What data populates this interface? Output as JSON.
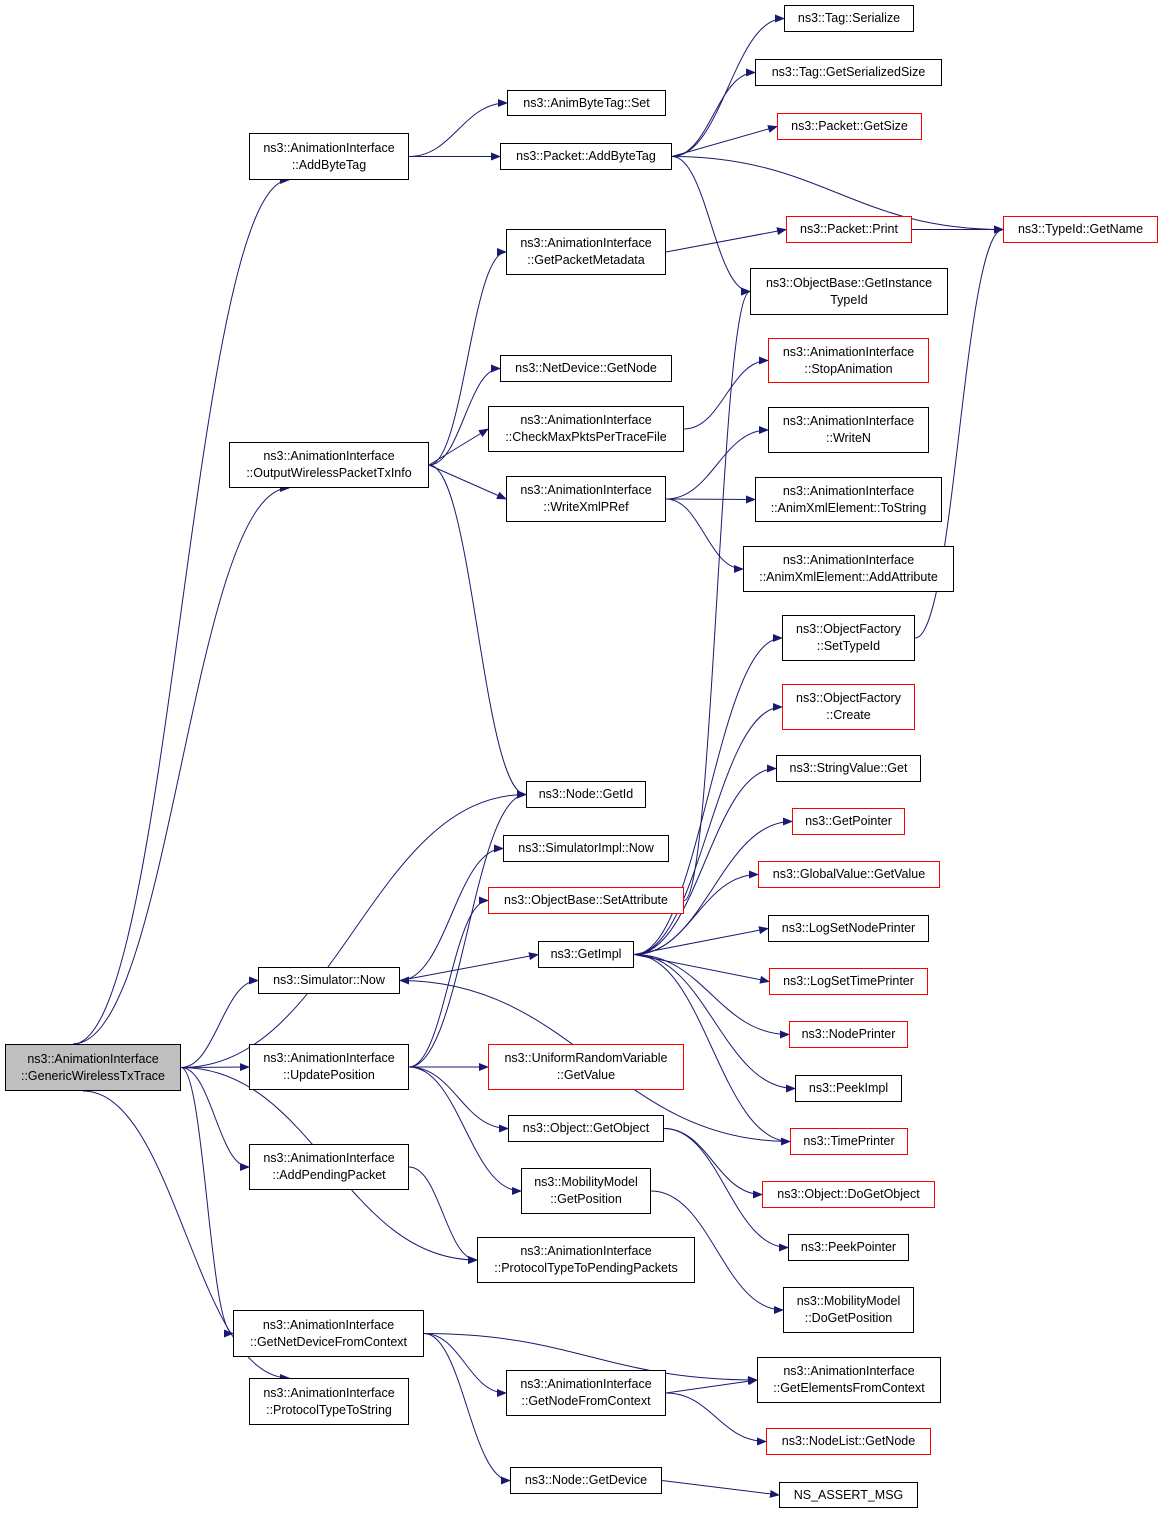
{
  "graph": {
    "edge_color": "#191970",
    "box_border_color": "#000000",
    "unexpanded_border_color": "#ff0000",
    "root_fill": "#bfbfbf",
    "nodes": [
      {
        "id": "root",
        "lines": [
          "ns3::AnimationInterface",
          "::GenericWirelessTxTrace"
        ],
        "style": "root"
      },
      {
        "id": "addbytetag_ai",
        "lines": [
          "ns3::AnimationInterface",
          "::AddByteTag"
        ],
        "style": "normal"
      },
      {
        "id": "animbytetag_set",
        "lines": [
          "ns3::AnimByteTag::Set"
        ],
        "style": "normal"
      },
      {
        "id": "tag_serialize",
        "lines": [
          "ns3::Tag::Serialize"
        ],
        "style": "normal"
      },
      {
        "id": "tag_getserializedsize",
        "lines": [
          "ns3::Tag::GetSerializedSize"
        ],
        "style": "normal"
      },
      {
        "id": "packet_getsize",
        "lines": [
          "ns3::Packet::GetSize"
        ],
        "style": "red"
      },
      {
        "id": "packet_addbytetag",
        "lines": [
          "ns3::Packet::AddByteTag"
        ],
        "style": "normal"
      },
      {
        "id": "typeid_getname",
        "lines": [
          "ns3::TypeId::GetName"
        ],
        "style": "red"
      },
      {
        "id": "getpacketmetadata",
        "lines": [
          "ns3::AnimationInterface",
          "::GetPacketMetadata"
        ],
        "style": "normal"
      },
      {
        "id": "packet_print",
        "lines": [
          "ns3::Packet::Print"
        ],
        "style": "red"
      },
      {
        "id": "getinstancetypeid",
        "lines": [
          "ns3::ObjectBase::GetInstance",
          "TypeId"
        ],
        "style": "normal"
      },
      {
        "id": "stopanimation",
        "lines": [
          "ns3::AnimationInterface",
          "::StopAnimation"
        ],
        "style": "red"
      },
      {
        "id": "netdevice_getnode",
        "lines": [
          "ns3::NetDevice::GetNode"
        ],
        "style": "normal"
      },
      {
        "id": "checkmaxpkts",
        "lines": [
          "ns3::AnimationInterface",
          "::CheckMaxPktsPerTraceFile"
        ],
        "style": "normal"
      },
      {
        "id": "outputwireless",
        "lines": [
          "ns3::AnimationInterface",
          "::OutputWirelessPacketTxInfo"
        ],
        "style": "normal"
      },
      {
        "id": "writen",
        "lines": [
          "ns3::AnimationInterface",
          "::WriteN"
        ],
        "style": "normal"
      },
      {
        "id": "writexmlpref",
        "lines": [
          "ns3::AnimationInterface",
          "::WriteXmlPRef"
        ],
        "style": "normal"
      },
      {
        "id": "tostring",
        "lines": [
          "ns3::AnimationInterface",
          "::AnimXmlElement::ToString"
        ],
        "style": "normal"
      },
      {
        "id": "addattribute",
        "lines": [
          "ns3::AnimationInterface",
          "::AnimXmlElement::AddAttribute"
        ],
        "style": "normal"
      },
      {
        "id": "settypeid",
        "lines": [
          "ns3::ObjectFactory",
          "::SetTypeId"
        ],
        "style": "normal"
      },
      {
        "id": "factory_create",
        "lines": [
          "ns3::ObjectFactory",
          "::Create"
        ],
        "style": "red"
      },
      {
        "id": "stringvalue_get",
        "lines": [
          "ns3::StringValue::Get"
        ],
        "style": "normal"
      },
      {
        "id": "node_getid",
        "lines": [
          "ns3::Node::GetId"
        ],
        "style": "normal"
      },
      {
        "id": "getpointer",
        "lines": [
          "ns3::GetPointer"
        ],
        "style": "red"
      },
      {
        "id": "simulatorimpl_now",
        "lines": [
          "ns3::SimulatorImpl::Now"
        ],
        "style": "normal"
      },
      {
        "id": "globalvalue_getvalue",
        "lines": [
          "ns3::GlobalValue::GetValue"
        ],
        "style": "red"
      },
      {
        "id": "setattribute",
        "lines": [
          "ns3::ObjectBase::SetAttribute"
        ],
        "style": "red"
      },
      {
        "id": "logsetnodeprinter",
        "lines": [
          "ns3::LogSetNodePrinter"
        ],
        "style": "normal"
      },
      {
        "id": "getimpl",
        "lines": [
          "ns3::GetImpl"
        ],
        "style": "normal"
      },
      {
        "id": "simulator_now",
        "lines": [
          "ns3::Simulator::Now"
        ],
        "style": "normal"
      },
      {
        "id": "logsettimeprinter",
        "lines": [
          "ns3::LogSetTimePrinter"
        ],
        "style": "red"
      },
      {
        "id": "nodeprinter",
        "lines": [
          "ns3::NodePrinter"
        ],
        "style": "red"
      },
      {
        "id": "updateposition",
        "lines": [
          "ns3::AnimationInterface",
          "::UpdatePosition"
        ],
        "style": "normal"
      },
      {
        "id": "uniform_getvalue",
        "lines": [
          "ns3::UniformRandomVariable",
          "::GetValue"
        ],
        "style": "red"
      },
      {
        "id": "peekimpl",
        "lines": [
          "ns3::PeekImpl"
        ],
        "style": "normal"
      },
      {
        "id": "object_getobject",
        "lines": [
          "ns3::Object::GetObject"
        ],
        "style": "normal"
      },
      {
        "id": "timeprinter",
        "lines": [
          "ns3::TimePrinter"
        ],
        "style": "red"
      },
      {
        "id": "addpendingpacket",
        "lines": [
          "ns3::AnimationInterface",
          "::AddPendingPacket"
        ],
        "style": "normal"
      },
      {
        "id": "mobility_getposition",
        "lines": [
          "ns3::MobilityModel",
          "::GetPosition"
        ],
        "style": "normal"
      },
      {
        "id": "object_dogetobject",
        "lines": [
          "ns3::Object::DoGetObject"
        ],
        "style": "red"
      },
      {
        "id": "peekpointer",
        "lines": [
          "ns3::PeekPointer"
        ],
        "style": "normal"
      },
      {
        "id": "protocoltypetopending",
        "lines": [
          "ns3::AnimationInterface",
          "::ProtocolTypeToPendingPackets"
        ],
        "style": "normal"
      },
      {
        "id": "mobility_dogetposition",
        "lines": [
          "ns3::MobilityModel",
          "::DoGetPosition"
        ],
        "style": "normal"
      },
      {
        "id": "getnetdevicefromcontext",
        "lines": [
          "ns3::AnimationInterface",
          "::GetNetDeviceFromContext"
        ],
        "style": "normal"
      },
      {
        "id": "getelementsfromcontext",
        "lines": [
          "ns3::AnimationInterface",
          "::GetElementsFromContext"
        ],
        "style": "normal"
      },
      {
        "id": "getnodefromcontext",
        "lines": [
          "ns3::AnimationInterface",
          "::GetNodeFromContext"
        ],
        "style": "normal"
      },
      {
        "id": "protocoltypetostring",
        "lines": [
          "ns3::AnimationInterface",
          "::ProtocolTypeToString"
        ],
        "style": "normal"
      },
      {
        "id": "nodelist_getnode",
        "lines": [
          "ns3::NodeList::GetNode"
        ],
        "style": "red"
      },
      {
        "id": "node_getdevice",
        "lines": [
          "ns3::Node::GetDevice"
        ],
        "style": "normal"
      },
      {
        "id": "ns_assert_msg",
        "lines": [
          "NS_ASSERT_MSG"
        ],
        "style": "normal"
      }
    ],
    "edges": [
      [
        "root",
        "addbytetag_ai"
      ],
      [
        "root",
        "outputwireless"
      ],
      [
        "root",
        "node_getid"
      ],
      [
        "root",
        "simulator_now"
      ],
      [
        "root",
        "updateposition"
      ],
      [
        "root",
        "addpendingpacket"
      ],
      [
        "root",
        "protocoltypetopending"
      ],
      [
        "root",
        "getnetdevicefromcontext"
      ],
      [
        "root",
        "protocoltypetostring"
      ],
      [
        "addbytetag_ai",
        "animbytetag_set"
      ],
      [
        "addbytetag_ai",
        "packet_addbytetag"
      ],
      [
        "packet_addbytetag",
        "tag_serialize"
      ],
      [
        "packet_addbytetag",
        "tag_getserializedsize"
      ],
      [
        "packet_addbytetag",
        "packet_getsize"
      ],
      [
        "packet_addbytetag",
        "typeid_getname"
      ],
      [
        "packet_addbytetag",
        "getinstancetypeid"
      ],
      [
        "getpacketmetadata",
        "packet_print"
      ],
      [
        "packet_print",
        "typeid_getname"
      ],
      [
        "outputwireless",
        "getpacketmetadata"
      ],
      [
        "outputwireless",
        "netdevice_getnode"
      ],
      [
        "outputwireless",
        "checkmaxpkts"
      ],
      [
        "outputwireless",
        "writexmlpref"
      ],
      [
        "outputwireless",
        "node_getid"
      ],
      [
        "checkmaxpkts",
        "stopanimation"
      ],
      [
        "writexmlpref",
        "writen"
      ],
      [
        "writexmlpref",
        "tostring"
      ],
      [
        "writexmlpref",
        "addattribute"
      ],
      [
        "settypeid",
        "typeid_getname"
      ],
      [
        "setattribute",
        "getinstancetypeid"
      ],
      [
        "simulator_now",
        "simulatorimpl_now"
      ],
      [
        "simulator_now",
        "getimpl"
      ],
      [
        "updateposition",
        "node_getid"
      ],
      [
        "updateposition",
        "setattribute"
      ],
      [
        "updateposition",
        "uniform_getvalue"
      ],
      [
        "updateposition",
        "object_getobject"
      ],
      [
        "updateposition",
        "mobility_getposition"
      ],
      [
        "getimpl",
        "settypeid"
      ],
      [
        "getimpl",
        "factory_create"
      ],
      [
        "getimpl",
        "stringvalue_get"
      ],
      [
        "getimpl",
        "getpointer"
      ],
      [
        "getimpl",
        "globalvalue_getvalue"
      ],
      [
        "getimpl",
        "logsetnodeprinter"
      ],
      [
        "getimpl",
        "logsettimeprinter"
      ],
      [
        "getimpl",
        "nodeprinter"
      ],
      [
        "getimpl",
        "peekimpl"
      ],
      [
        "getimpl",
        "timeprinter"
      ],
      [
        "timeprinter",
        "simulator_now"
      ],
      [
        "object_getobject",
        "object_dogetobject"
      ],
      [
        "object_getobject",
        "peekpointer"
      ],
      [
        "mobility_getposition",
        "mobility_dogetposition"
      ],
      [
        "addpendingpacket",
        "protocoltypetopending"
      ],
      [
        "getnetdevicefromcontext",
        "getelementsfromcontext"
      ],
      [
        "getnetdevicefromcontext",
        "getnodefromcontext"
      ],
      [
        "getnetdevicefromcontext",
        "node_getdevice"
      ],
      [
        "getnodefromcontext",
        "getelementsfromcontext"
      ],
      [
        "getnodefromcontext",
        "nodelist_getnode"
      ],
      [
        "node_getdevice",
        "ns_assert_msg"
      ]
    ]
  }
}
